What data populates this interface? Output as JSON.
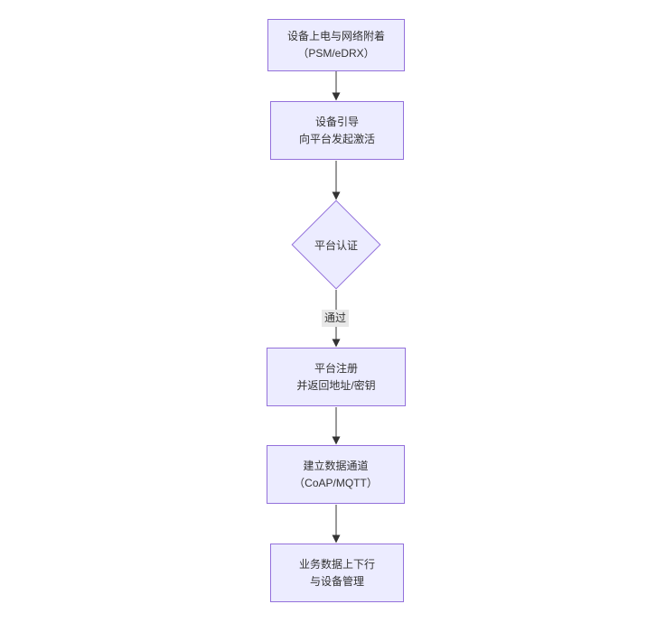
{
  "flowchart": {
    "direction": "top-down",
    "nodes": [
      {
        "id": "A",
        "shape": "rect",
        "lines": [
          "设备上电与网络附着",
          "（PSM/eDRX）"
        ]
      },
      {
        "id": "B",
        "shape": "rect",
        "lines": [
          "设备引导",
          "向平台发起激活"
        ]
      },
      {
        "id": "C",
        "shape": "diamond",
        "lines": [
          "平台认证"
        ]
      },
      {
        "id": "D",
        "shape": "rect",
        "lines": [
          "平台注册",
          "并返回地址/密钥"
        ]
      },
      {
        "id": "E",
        "shape": "rect",
        "lines": [
          "建立数据通道",
          "（CoAP/MQTT）"
        ]
      },
      {
        "id": "F",
        "shape": "rect",
        "lines": [
          "业务数据上下行",
          "与设备管理"
        ]
      }
    ],
    "edges": [
      {
        "from": "A",
        "to": "B",
        "label": ""
      },
      {
        "from": "B",
        "to": "C",
        "label": ""
      },
      {
        "from": "C",
        "to": "D",
        "label": "通过"
      },
      {
        "from": "D",
        "to": "E",
        "label": ""
      },
      {
        "from": "E",
        "to": "F",
        "label": ""
      }
    ],
    "colors": {
      "node_fill": "#ECECFF",
      "node_border": "#9370DB",
      "arrow": "#333333",
      "text": "#333333",
      "edge_label_bg": "#e8e8e8",
      "background": "#ffffff"
    }
  }
}
